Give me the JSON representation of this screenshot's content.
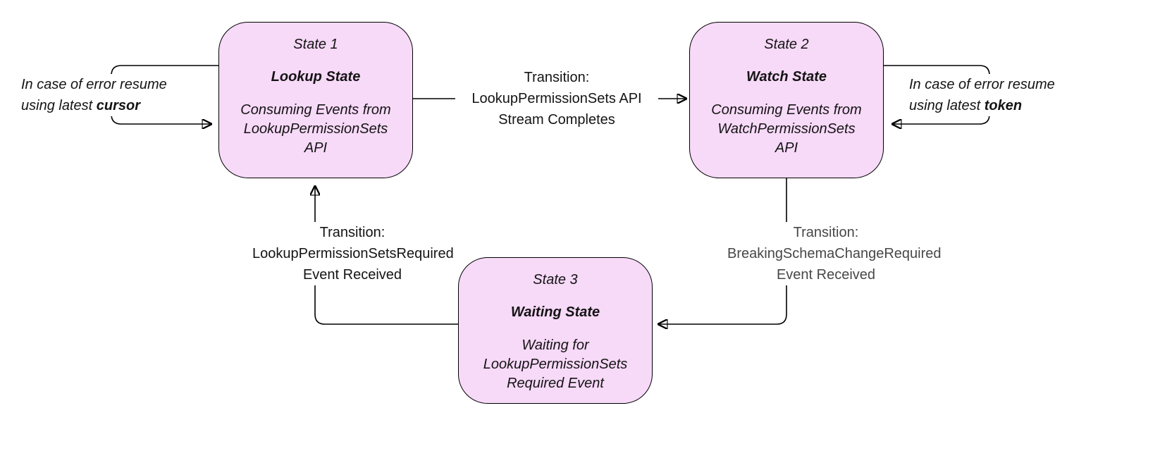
{
  "theme": {
    "state-fill": "#F7D9F8",
    "state-border": "#000000",
    "arrow-color": "#000000",
    "text-primary": "#141414",
    "text-secondary": "#474747",
    "background": "#ffffff"
  },
  "states": {
    "state1": {
      "title": "State 1",
      "name": "Lookup State",
      "description": "Consuming Events from\nLookupPermissionSets\nAPI"
    },
    "state2": {
      "title": "State 2",
      "name": "Watch State",
      "description": "Consuming Events from\nWatchPermissionSets\nAPI"
    },
    "state3": {
      "title": "State 3",
      "name": "Waiting State",
      "description": "Waiting for\nLookupPermissionSets\nRequired Event"
    }
  },
  "transitions": {
    "lookup_to_watch": {
      "lines": [
        "Transition:",
        "LookupPermissionSets API",
        "Stream Completes"
      ]
    },
    "watch_to_waiting": {
      "lines": [
        "Transition:",
        "BreakingSchemaChangeRequired",
        "Event Received"
      ]
    },
    "waiting_to_lookup": {
      "lines": [
        "Transition:",
        "LookupPermissionSetsRequired",
        "Event Received"
      ]
    }
  },
  "error_notes": {
    "cursor": {
      "prefix": "In case of error resume using latest ",
      "emphasis": "cursor"
    },
    "token": {
      "prefix": "In case of error resume using latest ",
      "emphasis": "token"
    }
  }
}
